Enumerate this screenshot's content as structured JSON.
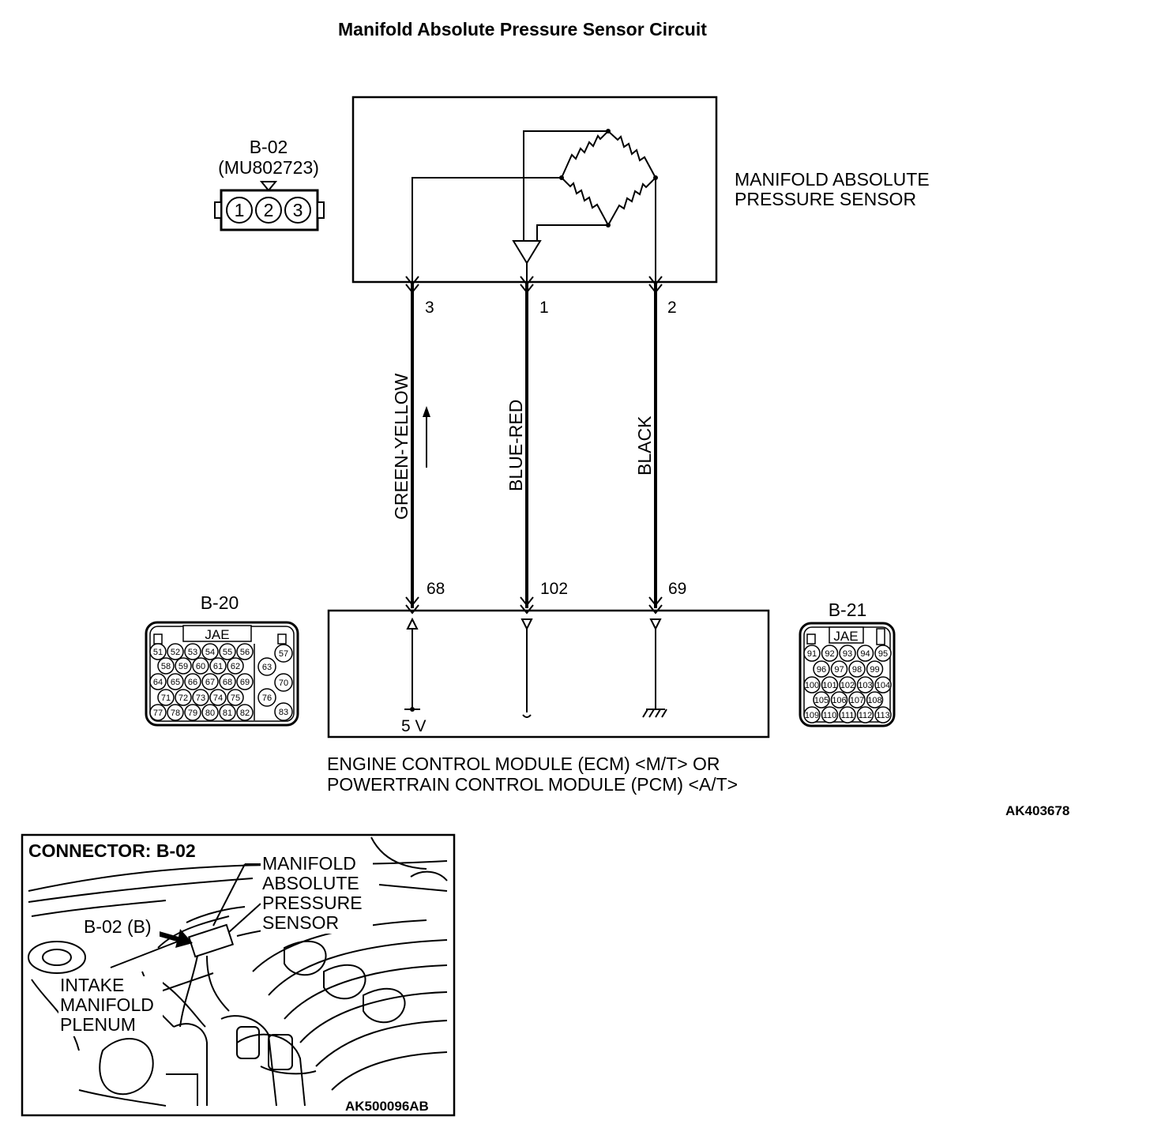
{
  "title": "Manifold Absolute Pressure Sensor Circuit",
  "sensor_connector": {
    "id": "B-02",
    "part": "(MU802723)",
    "pins": [
      "1",
      "2",
      "3"
    ]
  },
  "sensor_label_lines": [
    "MANIFOLD ABSOLUTE",
    "PRESSURE SENSOR"
  ],
  "sensor_pins": {
    "left": "3",
    "center": "1",
    "right": "2"
  },
  "wires": [
    {
      "name": "GREEN-YELLOW",
      "sensor_pin": "3",
      "ecm_pin": "68"
    },
    {
      "name": "BLUE-RED",
      "sensor_pin": "1",
      "ecm_pin": "102"
    },
    {
      "name": "BLACK",
      "sensor_pin": "2",
      "ecm_pin": "69"
    }
  ],
  "supply_label": "5 V",
  "ecm_label_lines": [
    "ENGINE CONTROL MODULE (ECM) <M/T> OR",
    "POWERTRAIN CONTROL MODULE (PCM) <A/T>"
  ],
  "connector_b20": {
    "id": "B-20",
    "brand": "JAE",
    "rows": [
      [
        "51",
        "52",
        "53",
        "54",
        "55",
        "56"
      ],
      [
        "58",
        "59",
        "60",
        "61",
        "62"
      ],
      [
        "64",
        "65",
        "66",
        "67",
        "68",
        "69"
      ],
      [
        "71",
        "72",
        "73",
        "74",
        "75"
      ],
      [
        "77",
        "78",
        "79",
        "80",
        "81",
        "82"
      ]
    ],
    "side_pins": [
      "57",
      "63",
      "70",
      "76",
      "83"
    ]
  },
  "connector_b21": {
    "id": "B-21",
    "brand": "JAE",
    "rows": [
      [
        "91",
        "92",
        "93",
        "94",
        "95"
      ],
      [
        "96",
        "97",
        "98",
        "99"
      ],
      [
        "100",
        "101",
        "102",
        "103",
        "104"
      ],
      [
        "105",
        "106",
        "107",
        "108"
      ],
      [
        "109",
        "110",
        "111",
        "112",
        "113"
      ]
    ]
  },
  "figure_code_top": "AK403678",
  "location_view": {
    "title": "CONNECTOR: B-02",
    "callout_sensor_lines": [
      "MANIFOLD",
      "ABSOLUTE",
      "PRESSURE",
      "SENSOR"
    ],
    "callout_connector": "B-02 (B)",
    "callout_plenum_lines": [
      "INTAKE",
      "MANIFOLD",
      "PLENUM"
    ],
    "figure_code": "AK500096AB"
  }
}
